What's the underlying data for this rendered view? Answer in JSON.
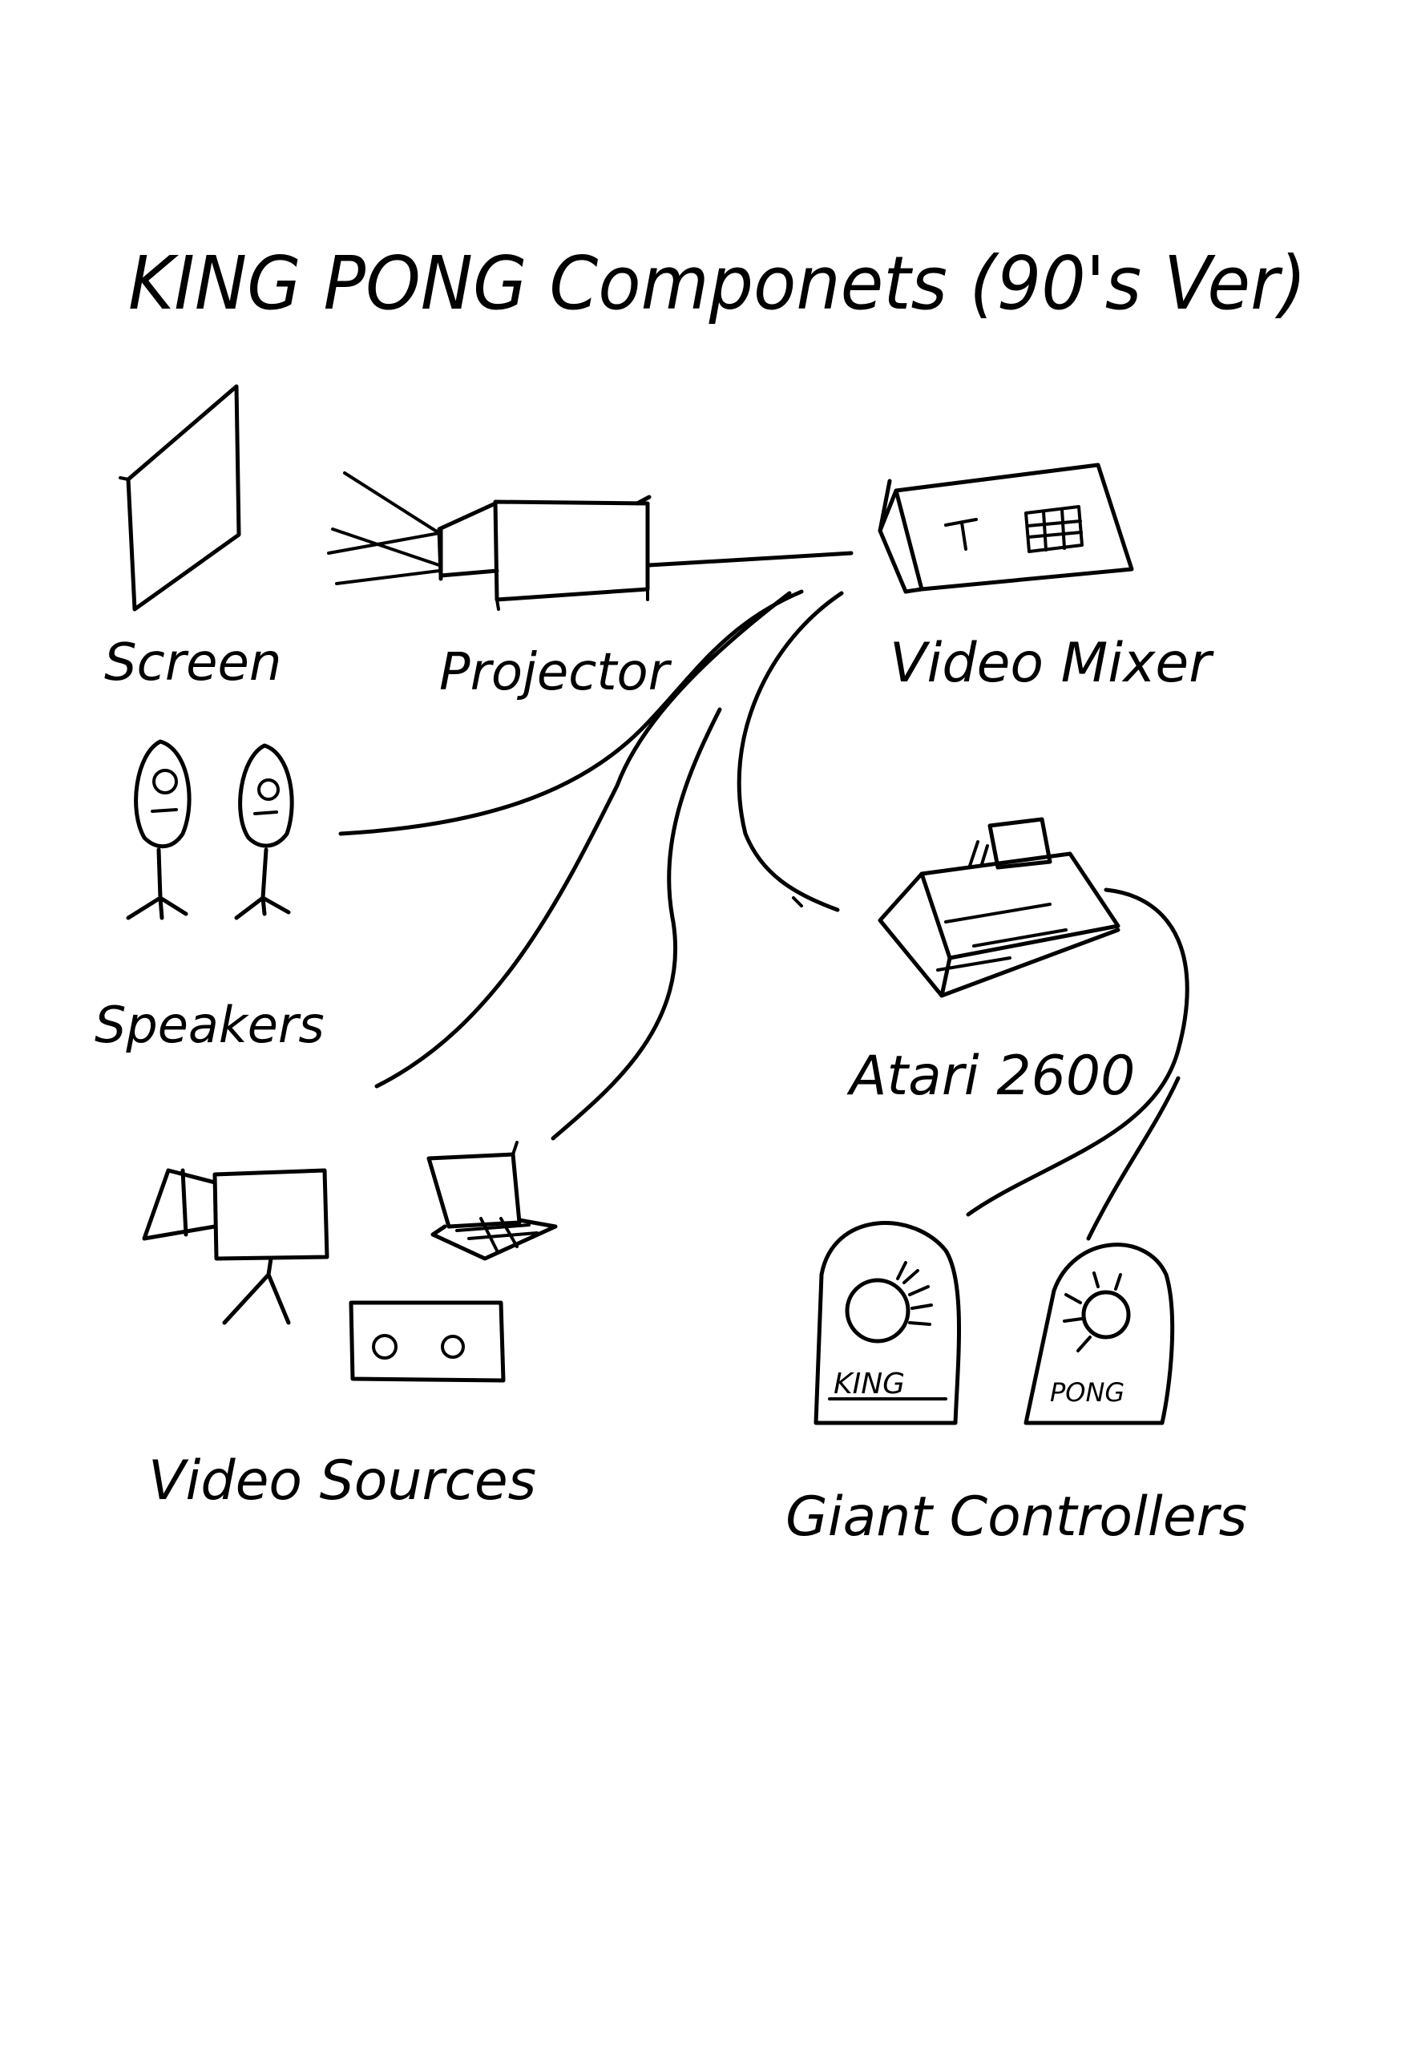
{
  "title": "KING PONG Componets (90's Ver)",
  "components": {
    "screen": "Screen",
    "projector": "Projector",
    "video_mixer": "Video Mixer",
    "speakers": "Speakers",
    "atari": "Atari 2600",
    "video_sources": "Video Sources",
    "giant_controllers": "Giant Controllers"
  },
  "controller_labels": {
    "king": "KING",
    "pong": "PONG"
  },
  "connections": [
    {
      "from": "Projector",
      "to": "Video Mixer"
    },
    {
      "from": "Video Mixer",
      "to": "Speakers"
    },
    {
      "from": "Video Mixer",
      "to": "Video Sources"
    },
    {
      "from": "Video Mixer",
      "to": "Atari 2600"
    },
    {
      "from": "Atari 2600",
      "to": "Giant Controllers"
    }
  ]
}
